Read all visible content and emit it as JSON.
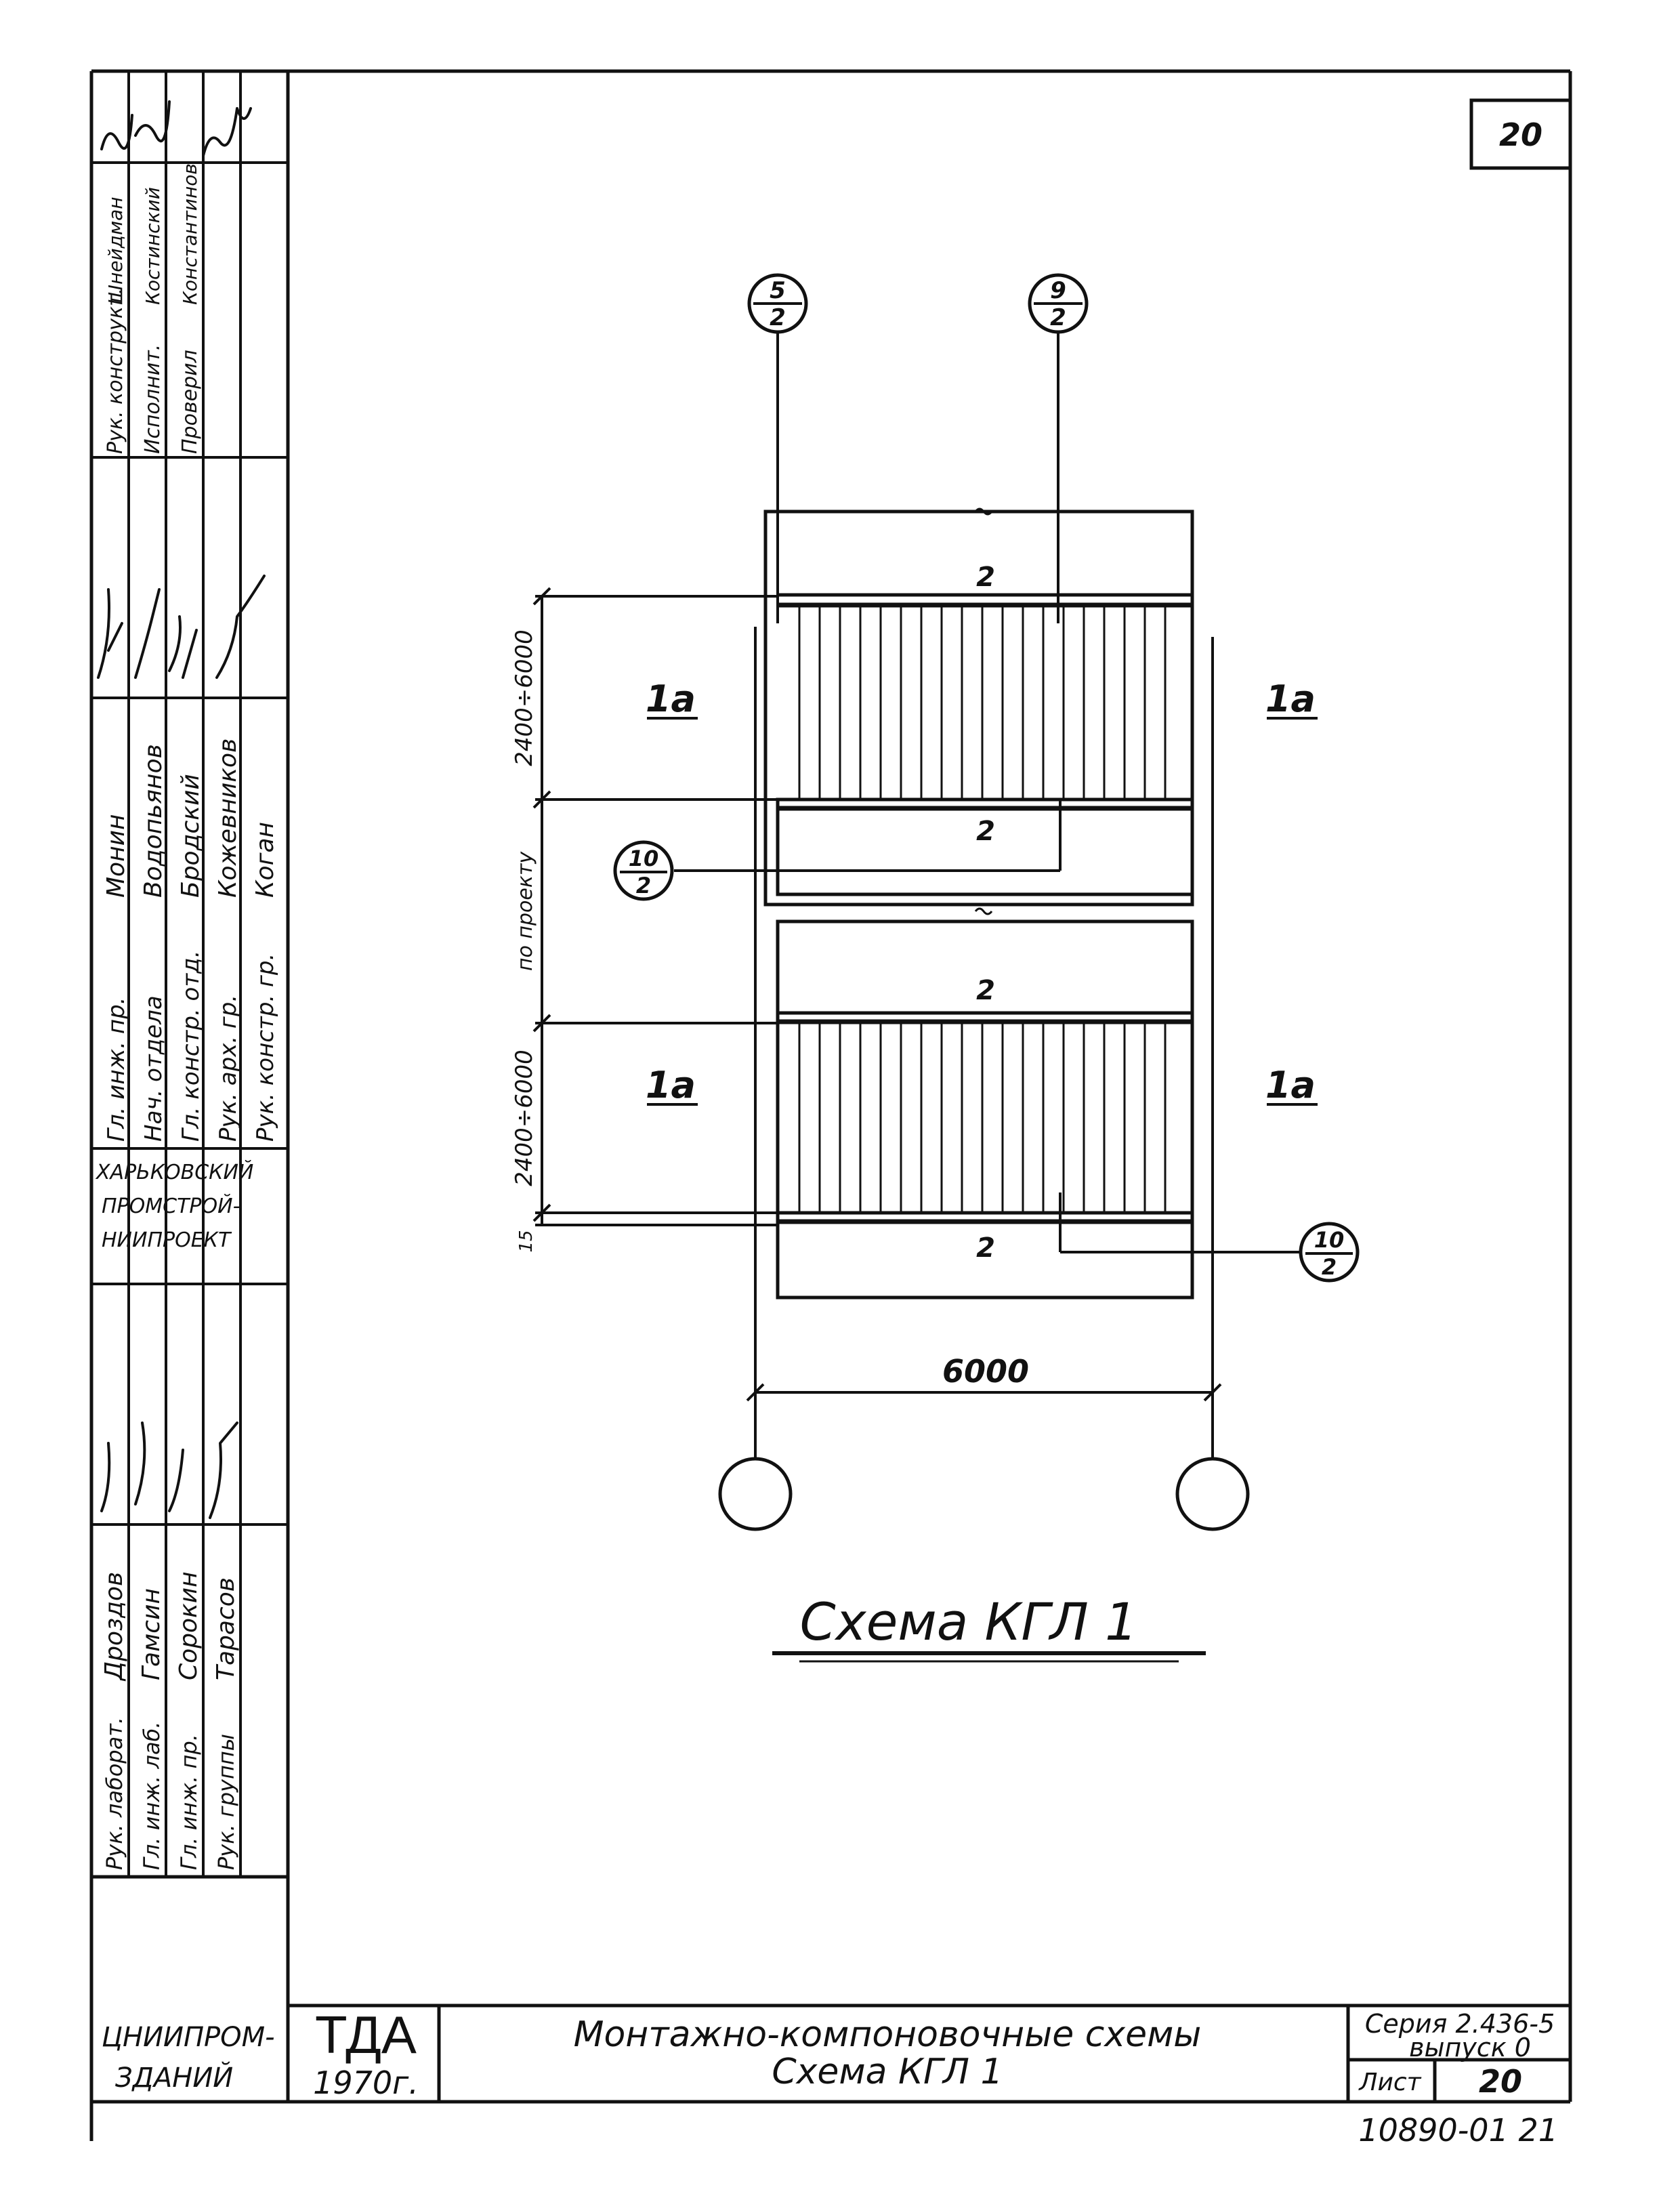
{
  "sheet": {
    "corner_number": "20",
    "bottom_number": "10890-01  21"
  },
  "drawing": {
    "title": "Схема КГЛ 1",
    "axis_markers": [
      {
        "top": "5",
        "bottom": "2"
      },
      {
        "top": "9",
        "bottom": "2"
      }
    ],
    "callouts": [
      {
        "top": "10",
        "bottom": "2"
      },
      {
        "top": "10",
        "bottom": "2"
      }
    ],
    "panel_label": "1а",
    "beam_label": "2",
    "dim_span": "6000",
    "dim_upper": "2400÷6000",
    "dim_lower": "2400÷6000",
    "dim_middle": "по проекту",
    "dim_small": "15"
  },
  "title_block": {
    "org_left": "ЦНИИПРОМ-ЗДАНИЙ",
    "org_left_line1": "ЦНИИПРОМ-",
    "org_left_line2": "ЗДАНИЙ",
    "org_mid_line1": "ХАРЬКОВСКИЙ",
    "org_mid_line2": "ПРОМСТРОЙ-",
    "org_mid_line3": "НИИПРОЕКТ",
    "tda": "ТДА",
    "year": "1970г.",
    "main_title_line1": "Монтажно-компоновочные схемы",
    "main_title_line2": "Схема КГЛ 1",
    "series": "Серия 2.436-5",
    "issue": "выпуск 0",
    "sheet_label": "Лист",
    "sheet_number": "20"
  },
  "side_stamp": {
    "col1_roles": [
      "Рук. конструкт.",
      "Исполнит.",
      "Проверил"
    ],
    "col1_names": [
      "Шнейдман",
      "Костинский",
      "Константинов"
    ],
    "col2_roles": [
      "Гл. инж. пр.",
      "Нач. отдела",
      "Гл. констр. отд.",
      "Рук. арх. гр.",
      "Рук. констр. гр."
    ],
    "col2_names": [
      "Монин",
      "Водопьянов",
      "Бродский",
      "Кожевников",
      "Коган"
    ],
    "col3_roles": [
      "Рук. лаборат.",
      "Гл. инж. лаб.",
      "Гл. инж. пр.",
      "Рук. группы"
    ],
    "col3_names": [
      "Дроздов",
      "Гамсин",
      "Сорокин",
      "Тарасов"
    ]
  }
}
